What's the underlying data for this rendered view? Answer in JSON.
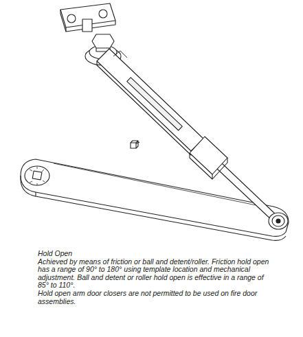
{
  "diagram": {
    "title": "Hold Open",
    "caption": "Achieved by means of friction or ball and detent/roller. Friction hold open has a range of 90° to 180° using template location and mechanical adjustment. Ball and detent or roller hold open is effective in a range of 85° to 110°.",
    "labels": [
      "Hold open arm door closers are not permitted to be used on fire door assemblies."
    ]
  }
}
